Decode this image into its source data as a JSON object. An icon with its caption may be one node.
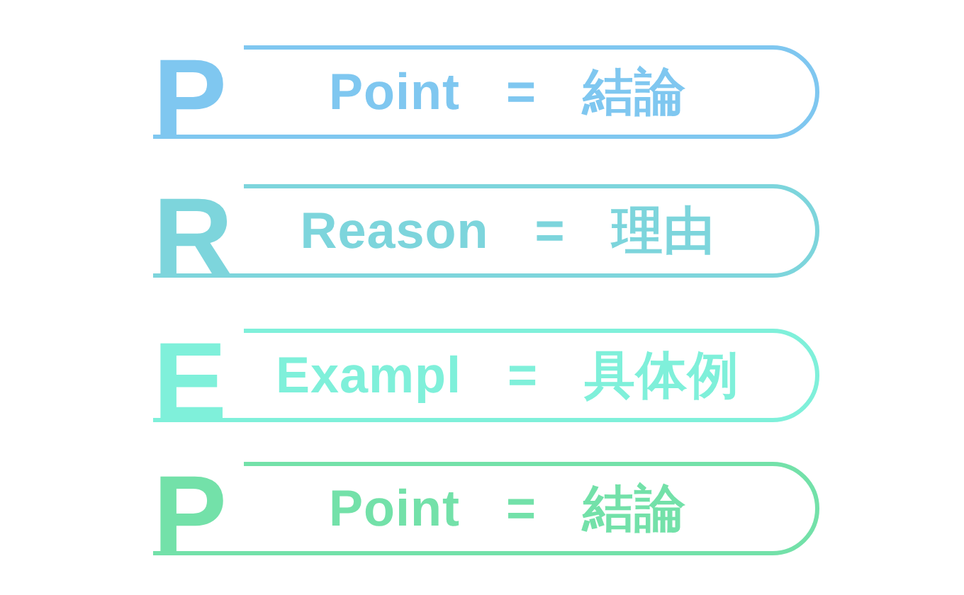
{
  "diagram": {
    "nodes": [
      {
        "text": [
          "P",
          "Point = 結論"
        ]
      },
      {
        "text": [
          "R",
          "Reason = 理由"
        ]
      },
      {
        "text": [
          "E",
          "Exampl = 具体例"
        ]
      },
      {
        "text": [
          "P",
          "Point = 結論"
        ]
      }
    ]
  }
}
